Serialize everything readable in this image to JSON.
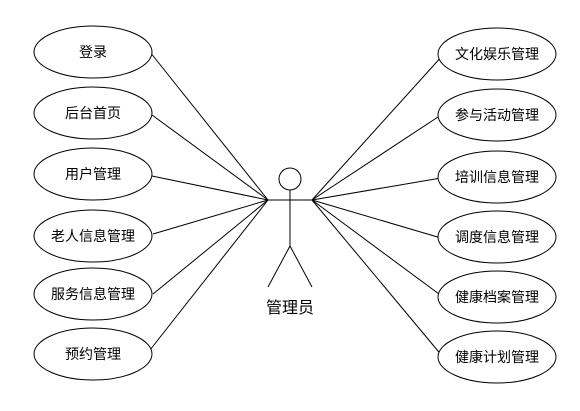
{
  "actor": {
    "label": "管理员"
  },
  "use_cases_left": [
    {
      "label": "登录"
    },
    {
      "label": "后台首页"
    },
    {
      "label": "用户管理"
    },
    {
      "label": "老人信息管理"
    },
    {
      "label": "服务信息管理"
    },
    {
      "label": "预约管理"
    }
  ],
  "use_cases_right": [
    {
      "label": "文化娱乐管理"
    },
    {
      "label": "参与活动管理"
    },
    {
      "label": "培训信息管理"
    },
    {
      "label": "调度信息管理"
    },
    {
      "label": "健康档案管理"
    },
    {
      "label": "健康计划管理"
    }
  ],
  "colors": {
    "stroke": "#000000",
    "fill": "#ffffff",
    "text": "#000000"
  }
}
